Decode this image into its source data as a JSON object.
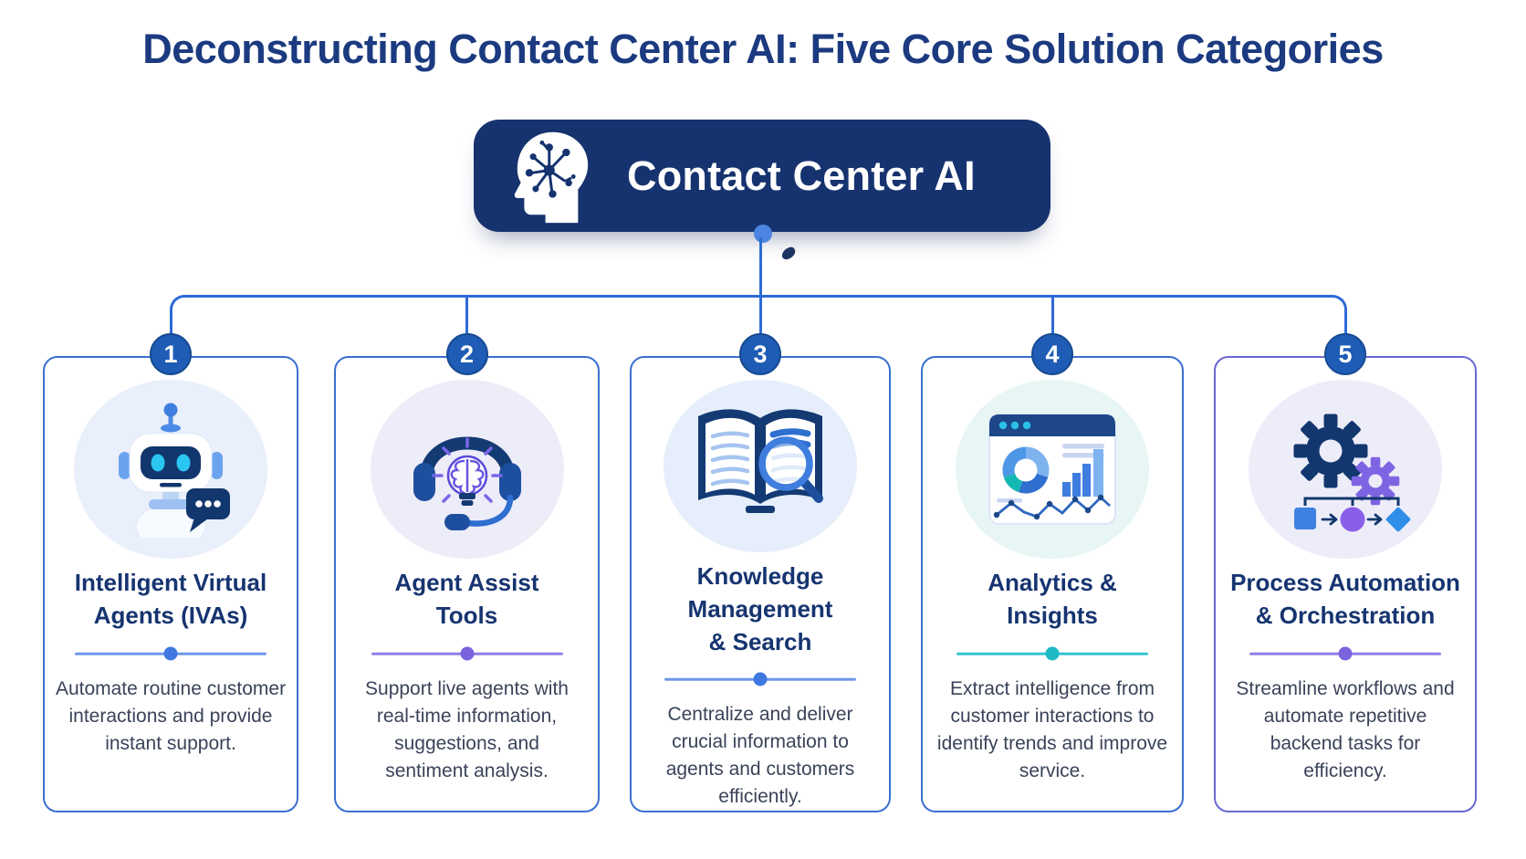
{
  "page": {
    "title": "Deconstructing Contact Center AI: Five Core Solution Categories"
  },
  "banner": {
    "label": "Contact Center AI",
    "icon": "head-brain-icon",
    "bg": "#16336F",
    "dot_color": "#4C86E2"
  },
  "connector": {
    "color": "#2E6BD6"
  },
  "colors": {
    "title_navy": "#1B3A80",
    "card_title": "#163470",
    "body_text": "#3A4359",
    "badge_bg": "#1E5CB5",
    "badge_ring": "#174A92"
  },
  "cards": [
    {
      "number": "1",
      "title_lines": [
        "Intelligent Virtual",
        "Agents (IVAs)"
      ],
      "description": "Automate routine customer interactions and provide instant support.",
      "icon": "robot-chat-icon",
      "border": "#3A6FD0",
      "icon_bg": "#E9EFFB",
      "accent_line": "#6E97E8",
      "accent_dot": "#3F78E0"
    },
    {
      "number": "2",
      "title_lines": [
        "Agent Assist",
        "Tools"
      ],
      "description": "Support live agents with real-time information, suggestions, and sentiment analysis.",
      "icon": "headset-lightbulb-icon",
      "border": "#3A6FD0",
      "icon_bg": "#EDECF9",
      "accent_line": "#8F7FE8",
      "accent_dot": "#7B63E0"
    },
    {
      "number": "3",
      "title_lines": [
        "Knowledge Management",
        "& Search"
      ],
      "description": "Centralize and deliver crucial information to agents and customers efficiently.",
      "icon": "book-search-icon",
      "border": "#3A6FD0",
      "icon_bg": "#E6EEFB",
      "accent_line": "#6E97E8",
      "accent_dot": "#3F78E0"
    },
    {
      "number": "4",
      "title_lines": [
        "Analytics &",
        "Insights"
      ],
      "description": "Extract intelligence from customer interactions to identify trends and improve service.",
      "icon": "dashboard-charts-icon",
      "border": "#3A6FD0",
      "icon_bg": "#E7F5F5",
      "accent_line": "#35C4CF",
      "accent_dot": "#1FB9C4"
    },
    {
      "number": "5",
      "title_lines": [
        "Process Automation",
        "& Orchestration"
      ],
      "description": "Streamline workflows and automate repetitive backend tasks for efficiency.",
      "icon": "gears-workflow-icon",
      "border": "#6A67CF",
      "icon_bg": "#EDECF9",
      "accent_line": "#8F7FE8",
      "accent_dot": "#7B63E0"
    }
  ]
}
